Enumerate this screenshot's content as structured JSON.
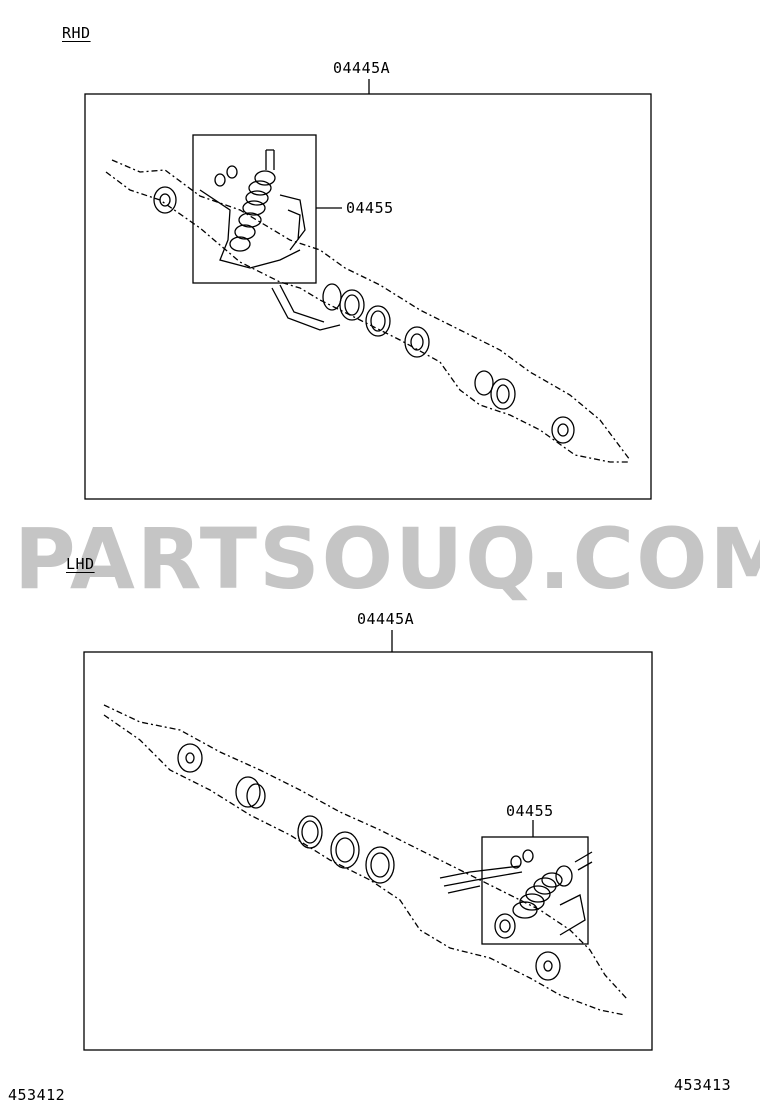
{
  "sections": [
    {
      "label": "RHD",
      "assembly_part": "04445A",
      "kit_part": "04455"
    },
    {
      "label": "LHD",
      "assembly_part": "04445A",
      "kit_part": "04455"
    }
  ],
  "footer": {
    "left_code": "453412",
    "right_code": "453413"
  },
  "watermark": "PARTSOUQ.COM",
  "colors": {
    "line": "#000000",
    "watermark": "#969696"
  }
}
